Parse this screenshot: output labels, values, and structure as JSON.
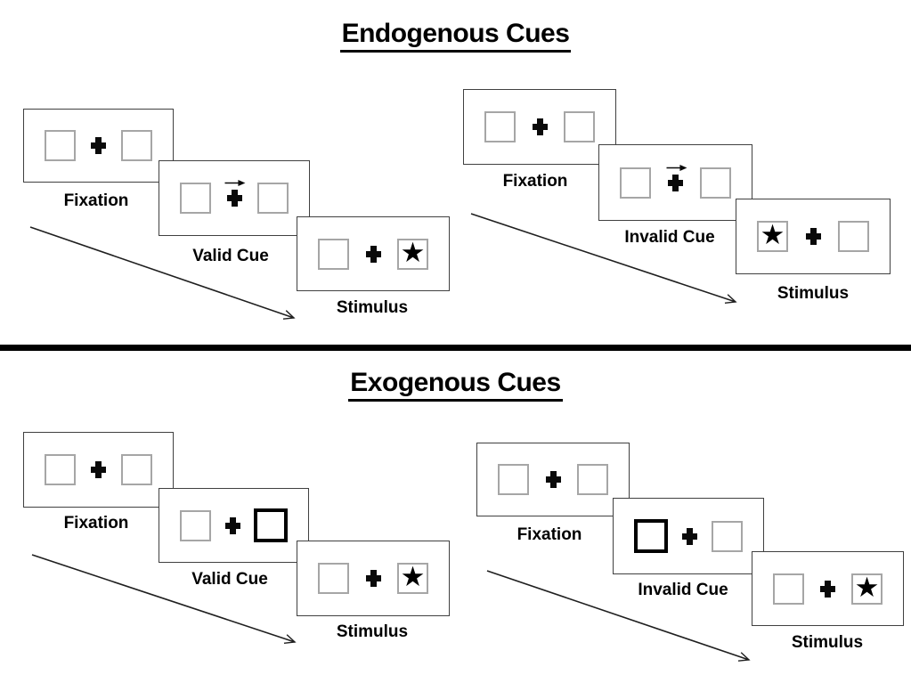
{
  "sections": {
    "endogenous": {
      "title": "Endogenous Cues",
      "valid": {
        "fixation_label": "Fixation",
        "cue_label": "Valid Cue",
        "stimulus_label": "Stimulus",
        "cue_symbol": "central-arrow-right",
        "target_side": "right"
      },
      "invalid": {
        "fixation_label": "Fixation",
        "cue_label": "Invalid Cue",
        "stimulus_label": "Stimulus",
        "cue_symbol": "central-arrow-right",
        "target_side": "left"
      }
    },
    "exogenous": {
      "title": "Exogenous Cues",
      "valid": {
        "fixation_label": "Fixation",
        "cue_label": "Valid Cue",
        "stimulus_label": "Stimulus",
        "cue_symbol": "highlighted-box-right",
        "target_side": "right"
      },
      "invalid": {
        "fixation_label": "Fixation",
        "cue_label": "Invalid Cue",
        "stimulus_label": "Stimulus",
        "cue_symbol": "highlighted-box-left",
        "target_side": "right"
      }
    }
  },
  "glyphs": {
    "star": "★"
  },
  "colors": {
    "ink": "#000000",
    "card_border": "#404040",
    "placeholder_box_border": "#a6a6a6",
    "background": "#ffffff"
  }
}
